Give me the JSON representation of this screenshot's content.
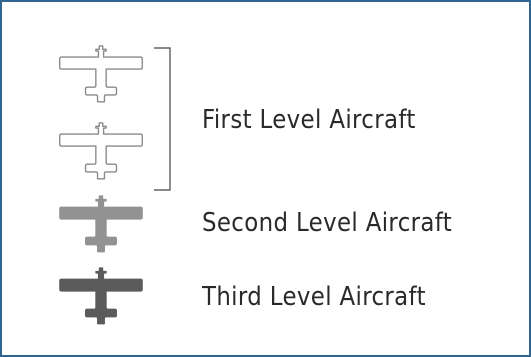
{
  "legend": {
    "items": [
      {
        "label": "First Level Aircraft",
        "count": 2,
        "style": "outline",
        "fill": "#ffffff",
        "stroke": "#8a8a8a"
      },
      {
        "label": "Second Level Aircraft",
        "count": 1,
        "style": "filled",
        "fill": "#929292",
        "stroke": "#929292"
      },
      {
        "label": "Third Level Aircraft",
        "count": 1,
        "style": "filled",
        "fill": "#5b5b5b",
        "stroke": "#5b5b5b"
      }
    ]
  },
  "colors": {
    "frame_border": "#2f6590",
    "bracket": "#444444",
    "text": "#2a2a2a"
  }
}
